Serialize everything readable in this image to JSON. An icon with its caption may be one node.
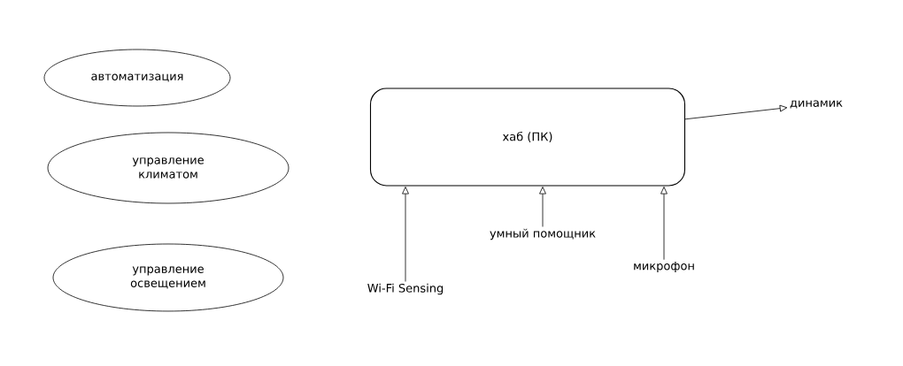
{
  "diagram": {
    "nodes": [
      {
        "text": [
          "автоматизация"
        ]
      },
      {
        "text": [
          "управление климатом"
        ]
      },
      {
        "text": [
          "управление освещением"
        ]
      },
      {
        "text": [
          "хаб (ПК)"
        ]
      },
      {
        "text": [
          "динамик"
        ]
      },
      {
        "text": [
          "умный помощник"
        ]
      },
      {
        "text": [
          "микрофон"
        ]
      },
      {
        "text": [
          "Wi-Fi Sensing"
        ]
      }
    ],
    "edges": [
      {
        "from": 3,
        "to": 4,
        "arrow": "to"
      },
      {
        "from": 5,
        "to": 3,
        "arrow": "to"
      },
      {
        "from": 6,
        "to": 3,
        "arrow": "to"
      },
      {
        "from": 7,
        "to": 3,
        "arrow": "to"
      }
    ]
  }
}
